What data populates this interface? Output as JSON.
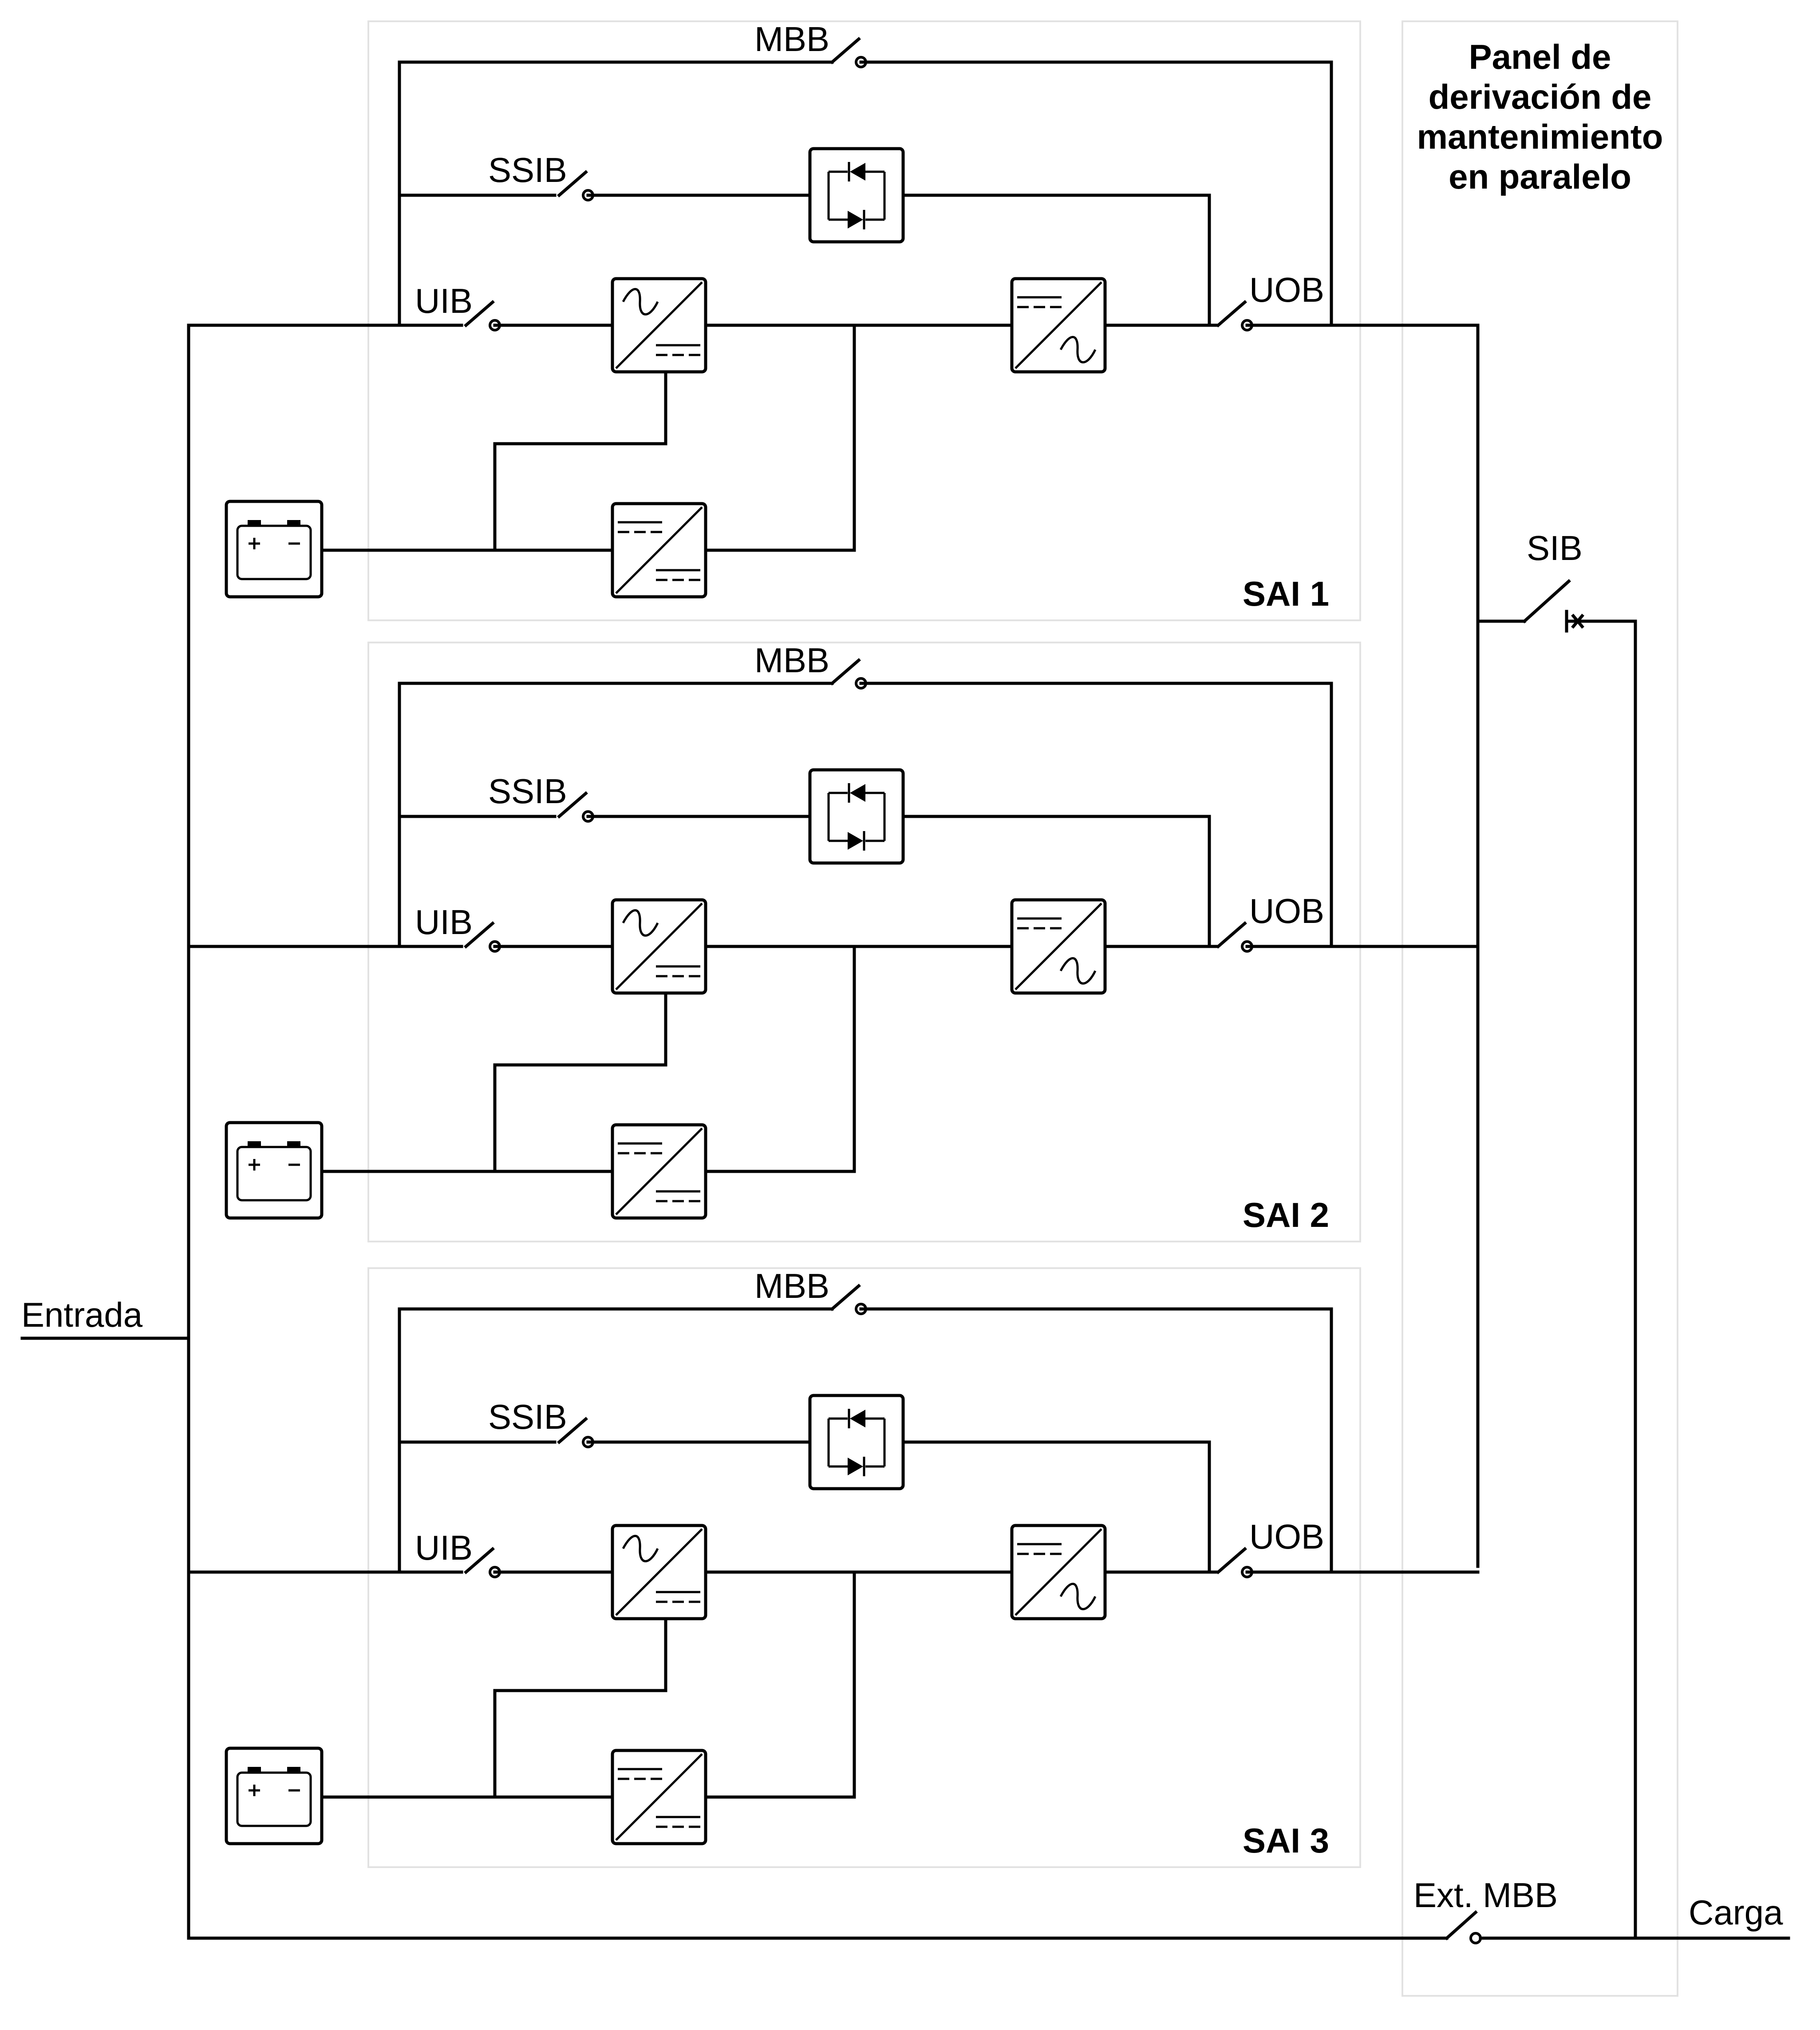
{
  "panel": {
    "title_lines": [
      "Panel de",
      "derivación de",
      "mantenimiento",
      "en paralelo"
    ]
  },
  "labels": {
    "input": "Entrada",
    "load": "Carga",
    "sib": "SIB",
    "ext_mbb": "Ext. MBB"
  },
  "ups_units": [
    {
      "name": "SAI 1",
      "mbb": "MBB",
      "ssib": "SSIB",
      "uib": "UIB",
      "uob": "UOB"
    },
    {
      "name": "SAI 2",
      "mbb": "MBB",
      "ssib": "SSIB",
      "uib": "UIB",
      "uob": "UOB"
    },
    {
      "name": "SAI 3",
      "mbb": "MBB",
      "ssib": "SSIB",
      "uib": "UIB",
      "uob": "UOB"
    }
  ],
  "icons": {
    "battery": "battery-icon",
    "rectifier": "ac-dc-converter-icon",
    "inverter": "dc-ac-converter-icon",
    "charger": "dc-dc-converter-icon",
    "static_switch": "thyristor-static-switch-icon",
    "breaker": "circuit-breaker-icon"
  }
}
